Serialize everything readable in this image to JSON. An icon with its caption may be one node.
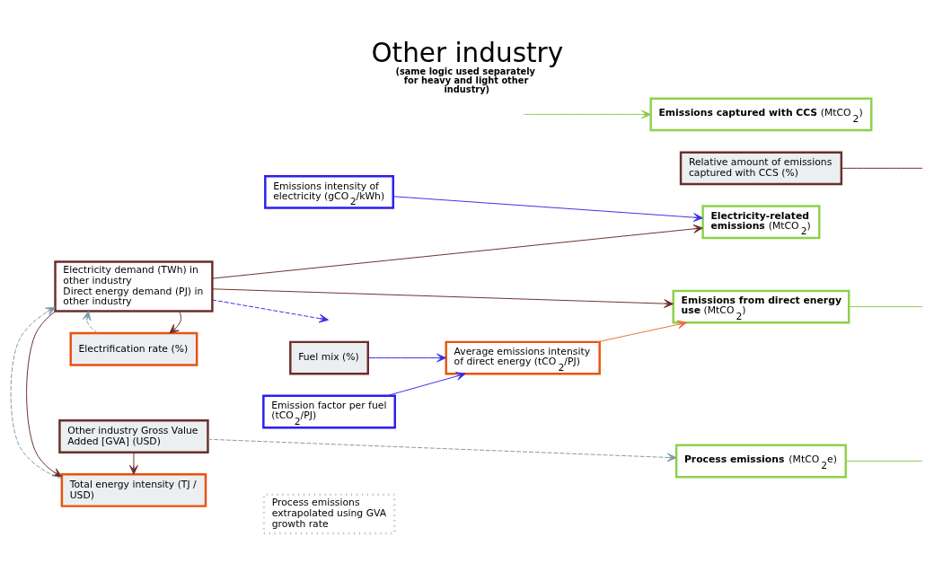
{
  "diagram": {
    "title": "Other industry",
    "caption": "(same logic used separately for heavy and light other industry)",
    "nodes": [
      {
        "text": [
          "Electricity demand (TWh) in other industry",
          "Direct energy demand (PJ) in other industry"
        ]
      },
      {
        "text": [
          "Electrification rate (%)"
        ]
      },
      {
        "text": [
          "Total energy intensity (TJ / USD)"
        ]
      },
      {
        "text": [
          "Other industry Gross Value Added [GVA] (USD)"
        ]
      },
      {
        "text": [
          "Emissions intensity of electricity (gCO$_{2}$/kWh)"
        ]
      },
      {
        "text": [
          "**Electricity-related emissions** (MtCO$_{2}$)"
        ]
      },
      {
        "text": [
          "Fuel mix (%)"
        ]
      },
      {
        "text": [
          "Emission factor per fuel (tCO$_{2}$/PJ)"
        ]
      },
      {
        "text": [
          "Average emissions intensity of direct energy (tCO$_{2}$/PJ)"
        ]
      },
      {
        "text": [
          "**Emissions from direct energy use** (MtCO$_{2}$)"
        ]
      },
      {
        "text": [
          "**Process emissions** (MtCO$_{2}$e)"
        ]
      },
      {
        "text": [
          "Process emissions extrapolated using GVA growth rate"
        ]
      },
      {
        "text": [
          "Relative amount of emissions captured with CCS (%)"
        ]
      },
      {
        "text": [
          "**Emissions captured with CCS** (MtCO$_{2}$)"
        ]
      }
    ],
    "edges": [
      {
        "from": 0,
        "to": null,
        "arrow": "to",
        "style": "dashed",
        "color": "#3a2ee8"
      },
      {
        "from": 0,
        "to": 1,
        "arrow": "to"
      },
      {
        "from": 0,
        "to": 2,
        "arrow": "to"
      },
      {
        "from": 1,
        "to": 0,
        "arrow": "to",
        "style": "dashed",
        "color": "#7f9aa6"
      },
      {
        "from": 2,
        "to": 0,
        "arrow": "to",
        "style": "dashed",
        "color": "#7f9aa6"
      },
      {
        "from": 0,
        "to": 5,
        "arrow": "to"
      },
      {
        "from": 0,
        "to": 9,
        "arrow": "to"
      },
      {
        "from": 4,
        "to": 5,
        "arrow": "to",
        "color": "#3a2ee8"
      },
      {
        "from": 3,
        "to": 2,
        "arrow": "to"
      },
      {
        "from": 6,
        "to": 8,
        "arrow": "to",
        "color": "#3a2ee8"
      },
      {
        "from": 7,
        "to": 8,
        "arrow": "to",
        "color": "#3a2ee8"
      },
      {
        "from": 8,
        "to": 9,
        "arrow": "to",
        "color": "#e8703a"
      },
      {
        "from": 3,
        "to": 10,
        "arrow": "to",
        "style": "dashed",
        "color": "#7f9aa6"
      },
      {
        "from": 9,
        "to": null,
        "arrow": "none",
        "color": "#8cc84b"
      },
      {
        "from": 10,
        "to": null,
        "arrow": "none",
        "color": "#8cc84b"
      },
      {
        "from": 12,
        "to": null,
        "arrow": "none"
      },
      {
        "from": null,
        "to": 13,
        "arrow": "to",
        "color": "#8cc84b"
      }
    ]
  }
}
